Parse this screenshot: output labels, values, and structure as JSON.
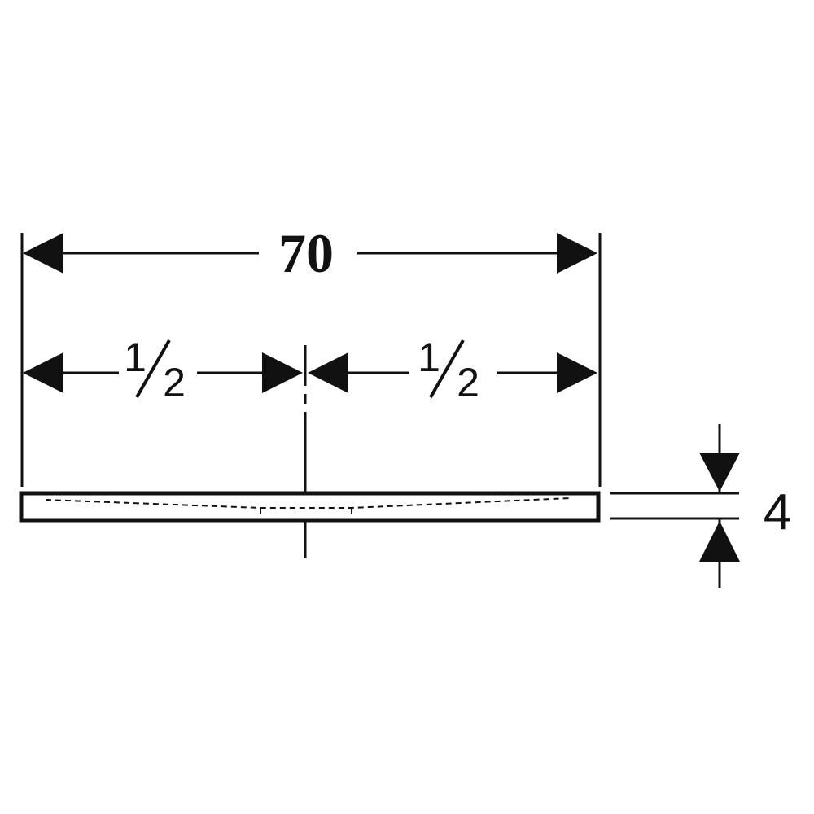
{
  "drawing": {
    "total_width_label": "70",
    "half_left_num": "1",
    "half_left_den": "2",
    "half_right_num": "1",
    "half_right_den": "2",
    "thickness_label": "4",
    "line_color": "#111111",
    "background_color": "#ffffff"
  }
}
